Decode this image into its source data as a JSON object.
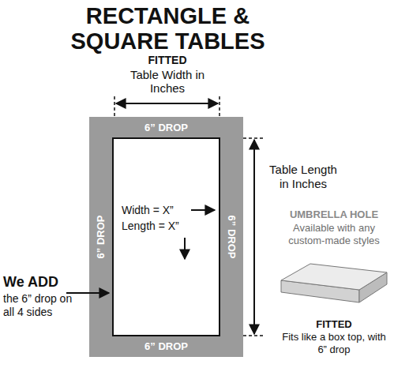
{
  "diagram": {
    "title": "RECTANGLE & SQUARE TABLES",
    "nodes": [
      {
        "text": [
          "6” DROP",
          "6” DROP",
          "6” DROP",
          "6” DROP"
        ]
      },
      {
        "text": [
          "Width = X”",
          "Length = X”"
        ],
        "in": 0
      }
    ],
    "labels": [
      "FITTED",
      "Table Width in Inches",
      "Table Length in Inches",
      "UMBRELLA HOLE",
      "Available with any custom-made styles",
      "We ADD",
      "the 6” drop on all 4 sides",
      "FITTED",
      "Fits like a box top, with 6” drop"
    ]
  }
}
